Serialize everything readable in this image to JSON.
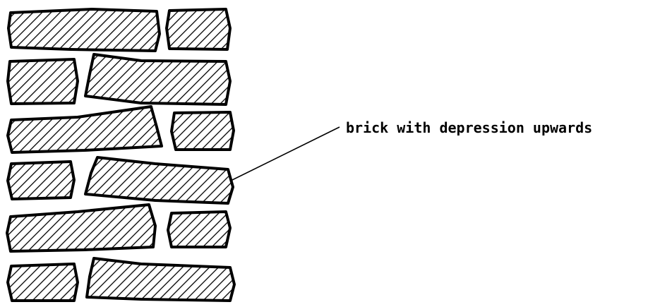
{
  "annotation": {
    "label": "brick with depression upwards"
  },
  "wall": {
    "courses": [
      [
        "long-brick",
        "short-brick"
      ],
      [
        "short-brick",
        "long-brick"
      ],
      [
        "long-brick",
        "short-brick"
      ],
      [
        "short-brick",
        "long-brick"
      ],
      [
        "long-brick",
        "short-brick"
      ],
      [
        "short-brick",
        "long-brick"
      ]
    ]
  }
}
